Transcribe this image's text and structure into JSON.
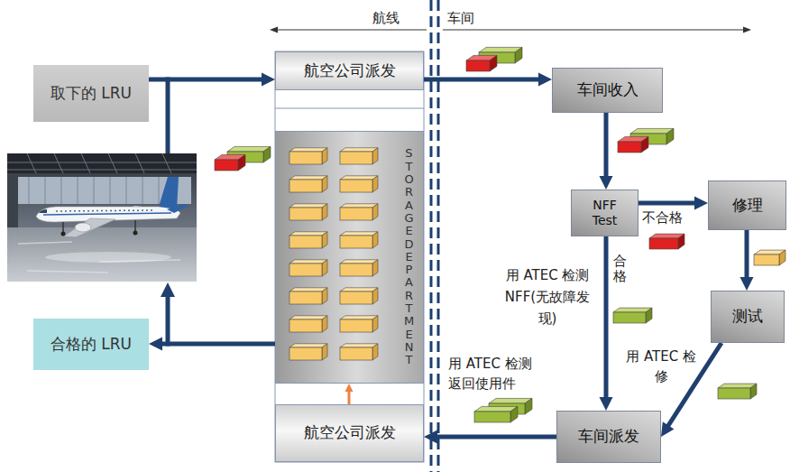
{
  "diagram": {
    "nodes": [
      {
        "text": [
          "取下的 LRU"
        ]
      },
      {
        "text": [
          "航空公司派发"
        ]
      },
      {
        "text": [
          "STORAGE DEPARTMENT"
        ]
      },
      {
        "text": [
          "合格的 LRU"
        ]
      },
      {
        "text": [
          "航空公司派发"
        ]
      },
      {
        "text": [
          "车间收入"
        ]
      },
      {
        "text": [
          "NFF Test"
        ]
      },
      {
        "text": [
          "修理"
        ]
      },
      {
        "text": [
          "测试"
        ]
      },
      {
        "text": [
          "车间派发"
        ]
      }
    ],
    "edges": [
      {
        "from": 0,
        "to": 1,
        "arrow": "to"
      },
      {
        "from": 1,
        "to": 5,
        "arrow": "to"
      },
      {
        "from": 5,
        "to": 6,
        "arrow": "to"
      },
      {
        "from": 6,
        "to": 7,
        "arrow": "to",
        "label": "不合格"
      },
      {
        "from": 7,
        "to": 8,
        "arrow": "to"
      },
      {
        "from": 8,
        "to": 9,
        "arrow": "to",
        "label": "用 ATEC 检修"
      },
      {
        "from": 6,
        "to": 9,
        "arrow": "to",
        "label": "合格"
      },
      {
        "from": 9,
        "to": 4,
        "arrow": "to",
        "label": "用 ATEC 检测 返回使用件"
      },
      {
        "from": 4,
        "to": 2,
        "arrow": "to"
      },
      {
        "from": 2,
        "to": 3,
        "arrow": "to"
      }
    ],
    "labels": [
      "航线",
      "车间",
      "用 ATEC 检测 NFF(无故障发现)"
    ]
  }
}
